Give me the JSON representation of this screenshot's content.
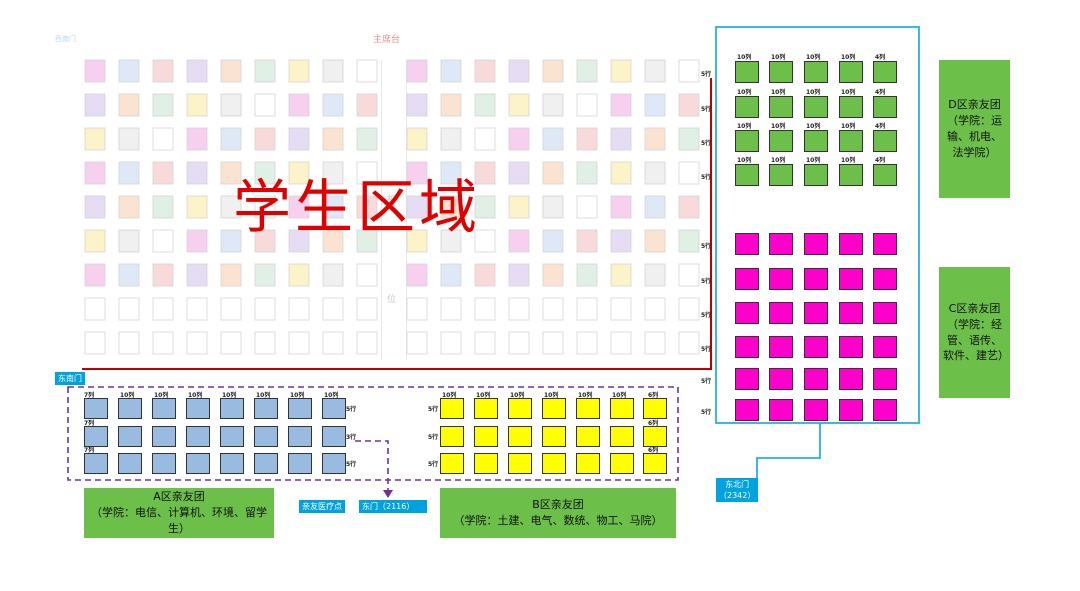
{
  "title": "主席台",
  "student_area_label": "学生区域",
  "center_aisle_label": "机 位",
  "colors": {
    "zone_a": "#99bbe0",
    "zone_b": "#ffff00",
    "zone_c": "#ff00cc",
    "zone_d": "#6cc04a",
    "panel_green": "#6cc04a",
    "door_blue": "#00a3e0",
    "red_line": "#c00000",
    "purple_dash": "#7030a0",
    "cyan_frame": "#26b0e0"
  },
  "doors": {
    "west_top": "西南门",
    "east_south": "东南门",
    "east_gate": "东门（2116）",
    "medical": "亲友医疗点",
    "northeast": "东北门",
    "northeast_code": "（2342）"
  },
  "zone_a": {
    "title": "A区亲友团",
    "colleges": "（学院：电信、计算机、环境、留学生）",
    "col_label": "7列",
    "row_label": "5行",
    "row_label_mid": "3行",
    "col_labels": [
      "7列",
      "10列",
      "10列",
      "10列",
      "10列",
      "10列",
      "10列",
      "10列"
    ]
  },
  "zone_b": {
    "title": "B区亲友团",
    "colleges": "（学院：土建、电气、数统、物工、马院）",
    "row_label": "5行",
    "col_labels_first": [
      "10列",
      "10列",
      "10列",
      "10列",
      "10列",
      "10列",
      "6列"
    ],
    "end_label": "6列"
  },
  "zone_c": {
    "title": "C区亲友团",
    "colleges": "（学院：经管、语传、软件、建艺）",
    "row_label": "5行"
  },
  "zone_d": {
    "title": "D区亲友团",
    "colleges": "（学院：运输、机电、法学院）",
    "col_labels": [
      "10列",
      "10列",
      "10列",
      "10列",
      "4列"
    ],
    "row_label": "5行"
  }
}
